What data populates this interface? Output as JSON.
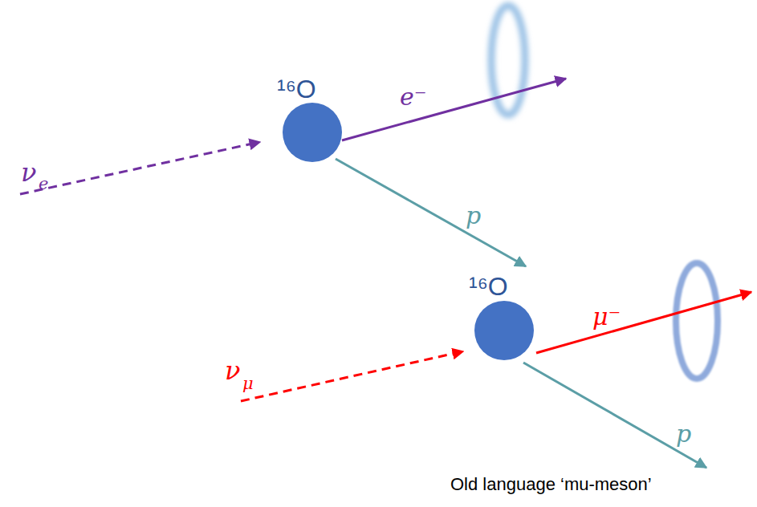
{
  "diagram": {
    "nodes": [
      {
        "text": [
          "¹⁶O"
        ]
      },
      {
        "text": [
          "¹⁶O"
        ]
      }
    ],
    "labels": [
      "ν",
      "e",
      "e⁻",
      "p",
      "ν",
      "μ",
      "μ⁻",
      "p",
      "Old language ‘mu-meson’"
    ]
  }
}
